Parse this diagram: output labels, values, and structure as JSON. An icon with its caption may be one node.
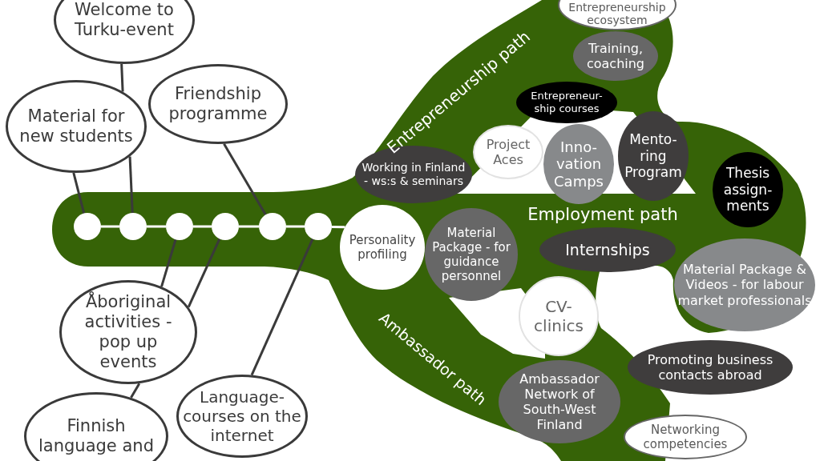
{
  "diagram": {
    "nodes": [
      {
        "text": [
          "Welcome to Turku-event"
        ]
      },
      {
        "text": [
          "Friendship programme"
        ]
      },
      {
        "text": [
          "Material for new students"
        ]
      },
      {
        "text": [],
        "shape": "circle"
      },
      {
        "text": [],
        "shape": "circle"
      },
      {
        "text": [],
        "shape": "circle"
      },
      {
        "text": [],
        "shape": "circle"
      },
      {
        "text": [],
        "shape": "circle"
      },
      {
        "text": [],
        "shape": "circle"
      },
      {
        "text": [
          "Entrepreneurship ecosystem"
        ]
      },
      {
        "text": [
          "Training, coaching"
        ]
      },
      {
        "text": [
          "Entrepreneur- ship courses"
        ]
      },
      {
        "text": [
          "Project Aces"
        ]
      },
      {
        "text": [
          "Inno- vation Camps"
        ]
      },
      {
        "text": [
          "Mento- ring Program"
        ]
      },
      {
        "text": [
          "Working in Finland - ws:s & seminars"
        ]
      },
      {
        "text": [
          "Thesis assign- ments"
        ]
      },
      {
        "text": [
          "Personality profiling"
        ]
      },
      {
        "text": [
          "Material Package - for guidance personnel"
        ]
      },
      {
        "text": [
          "Internships"
        ]
      },
      {
        "text": [
          "CV- clinics"
        ]
      },
      {
        "text": [
          "Material Package & Videos - for labour market professionals"
        ]
      },
      {
        "text": [
          "Åboriginal activities - pop up events"
        ]
      },
      {
        "text": [
          "Language- courses on the internet"
        ]
      },
      {
        "text": [
          "Ambassador Network of South-West Finland"
        ]
      },
      {
        "text": [
          "Promoting business contacts abroad"
        ]
      },
      {
        "text": [
          "Finnish language and"
        ]
      },
      {
        "text": [
          "Networking competencies"
        ]
      }
    ],
    "edges": [
      {
        "from": 0,
        "to": 2,
        "arrow": "none"
      },
      {
        "from": 2,
        "to": 3,
        "arrow": "none"
      },
      {
        "from": 2,
        "to": 4,
        "arrow": "none"
      },
      {
        "from": 1,
        "to": 7,
        "arrow": "none"
      },
      {
        "from": 5,
        "to": 22,
        "arrow": "none"
      },
      {
        "from": 6,
        "to": 22,
        "arrow": "none"
      },
      {
        "from": 8,
        "to": 23,
        "arrow": "none"
      },
      {
        "from": 26,
        "to": 22,
        "arrow": "none"
      },
      {
        "from": 3,
        "to": 4,
        "arrow": "none",
        "color": "#ffffff"
      },
      {
        "from": 4,
        "to": 5,
        "arrow": "none",
        "color": "#ffffff"
      },
      {
        "from": 5,
        "to": 6,
        "arrow": "none",
        "color": "#ffffff"
      },
      {
        "from": 6,
        "to": 7,
        "arrow": "none",
        "color": "#ffffff"
      },
      {
        "from": 7,
        "to": 8,
        "arrow": "none",
        "color": "#ffffff"
      },
      {
        "from": 8,
        "to": 17,
        "arrow": "none",
        "color": "#ffffff"
      }
    ],
    "labels": [
      "Entrepreneurship path",
      "Employment path",
      "Ambassador path"
    ]
  }
}
